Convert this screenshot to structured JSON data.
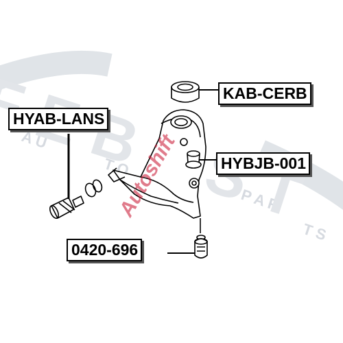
{
  "parts": {
    "top_bushing": {
      "part_number": "KAB-CERB"
    },
    "arm_bushing": {
      "part_number": "HYAB-LANS"
    },
    "ball_joint_boot": {
      "part_number": "HYBJB-001"
    },
    "ball_joint": {
      "part_number": "0420-696"
    }
  },
  "watermark": {
    "brand": "FEBEST",
    "tagline": "AUTO PARTS",
    "overlay": "Autoshift"
  },
  "colors": {
    "line": "#000000",
    "watermark": "#d9dde3",
    "overlay_red": "#c8102e"
  }
}
